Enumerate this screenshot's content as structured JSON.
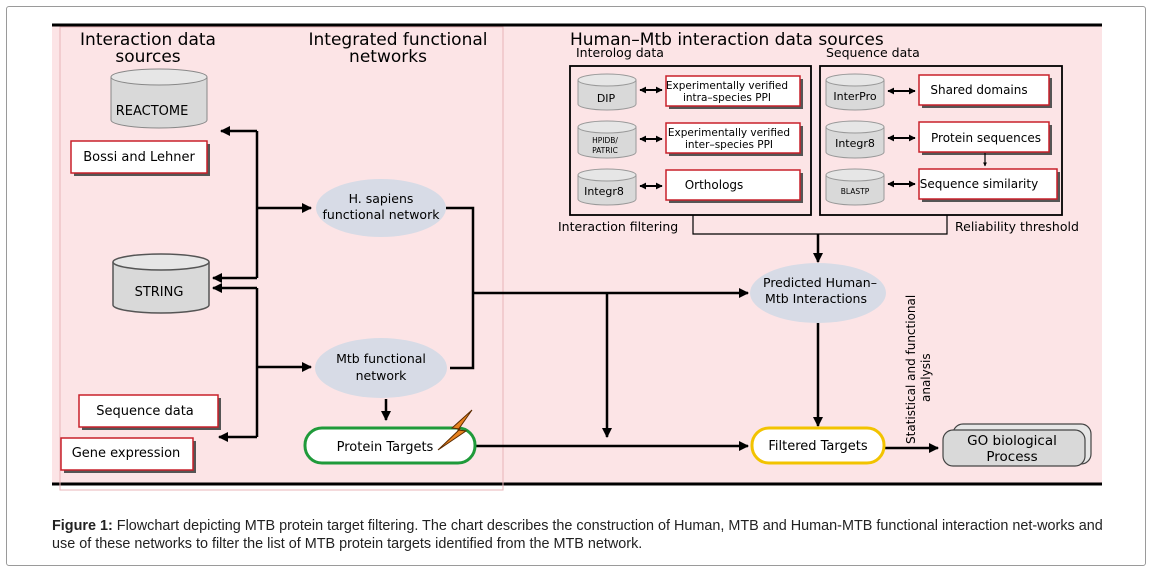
{
  "colors": {
    "panel_bg": "#fce4e6",
    "box_border_red": "#c8202a",
    "ellipse_fill": "#d7dbe6",
    "db_fill": "#d9d9d9",
    "green_border": "#1f9a3a",
    "yellow_border": "#f2c300",
    "lightning": "#e8821e"
  },
  "headings": {
    "interaction_sources_1": "Interaction data",
    "interaction_sources_2": "sources",
    "functional_networks_1": "Integrated functional",
    "functional_networks_2": "networks",
    "human_mtb_sources": "Human–Mtb interaction data sources",
    "interolog_data": "Interolog data",
    "sequence_data_title": "Sequence data"
  },
  "databases": {
    "reactome": "REACTOME",
    "string": "STRING",
    "dip": "DIP",
    "hpidb_1": "HPIDB/",
    "hpidb_2": "PATRIC",
    "integr8_a": "Integr8",
    "interpro": "InterPro",
    "integr8_b": "Integr8",
    "blastp": "BLASTP"
  },
  "boxes": {
    "bossi": "Bossi and Lehner",
    "sequence_data": "Sequence data",
    "gene_expression": "Gene expression",
    "exp_intra_1": "Experimentally verified",
    "exp_intra_2": "intra–species PPI",
    "exp_inter_1": "Experimentally verified",
    "exp_inter_2": "inter–species PPI",
    "orthologs": "Orthologs",
    "shared_domains": "Shared domains",
    "protein_sequences": "Protein sequences",
    "sequence_similarity": "Sequence similarity"
  },
  "nodes": {
    "hsapiens_1": "H. sapiens",
    "hsapiens_2": "functional network",
    "mtb_1": "Mtb functional",
    "mtb_2": "network",
    "predicted_1": "Predicted Human–",
    "predicted_2": "Mtb Interactions",
    "protein_targets": "Protein Targets",
    "filtered_targets": "Filtered Targets",
    "go_1": "GO biological",
    "go_2": "Process"
  },
  "labels": {
    "interaction_filtering": "Interaction filtering",
    "reliability_threshold": "Reliability threshold",
    "stat_1": "Statistical and functional",
    "stat_2": "analysis"
  },
  "caption": {
    "label": "Figure 1:",
    "text": " Flowchart depicting MTB protein target filtering. The chart describes the construction of Human, MTB and Human-MTB functional interaction net-works and use of these networks to filter the list of MTB protein targets identified from the MTB network."
  }
}
